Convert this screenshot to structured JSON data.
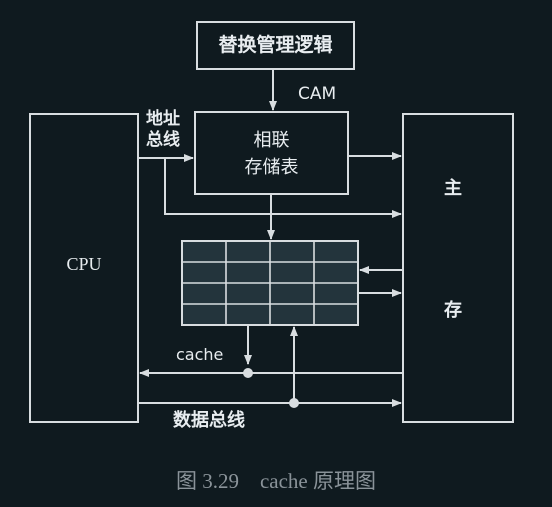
{
  "diagram": {
    "replacement_logic": "替换管理逻辑",
    "cam_label": "CAM",
    "address_bus_label_1": "地址",
    "address_bus_label_2": "总线",
    "assoc_table_label_1": "相联",
    "assoc_table_label_2": "存储表",
    "cpu_label": "CPU",
    "main_memory_label_1": "主",
    "main_memory_label_2": "存",
    "cache_label": "cache",
    "data_bus_label": "数据总线",
    "caption": "图 3.29　cache 原理图",
    "cache_grid": {
      "rows": 4,
      "cols": 4
    }
  },
  "colors": {
    "background": "#0f1a1f",
    "line": "#d8dde0",
    "text": "#e8edf0",
    "caption": "#8a9399",
    "cell": "#23343c"
  }
}
